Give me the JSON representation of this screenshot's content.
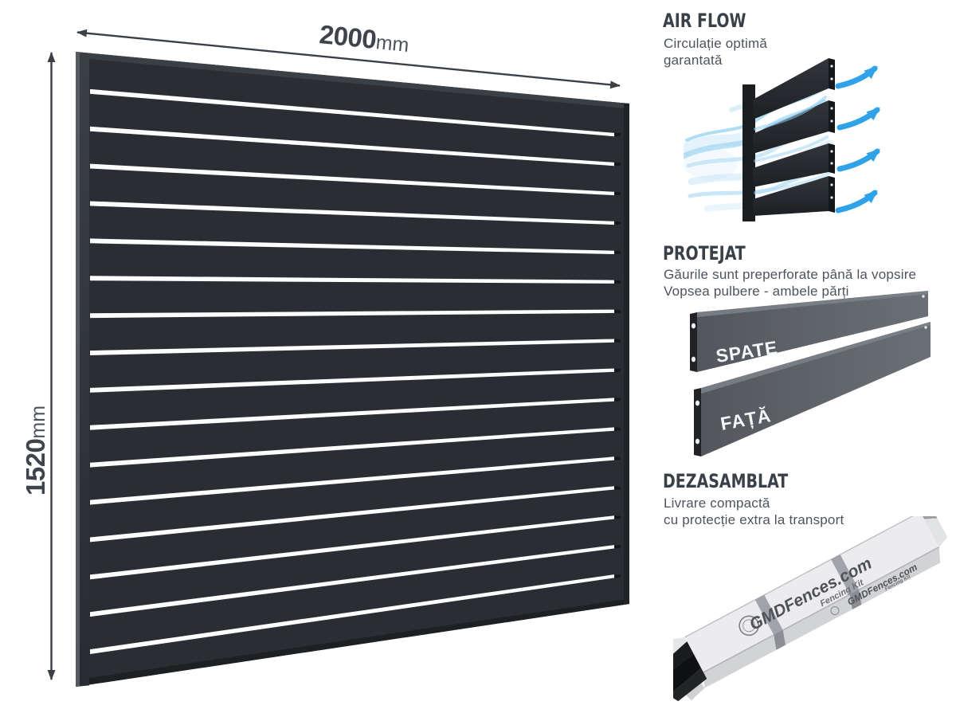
{
  "diagram": {
    "width_dim": {
      "value": "2000",
      "unit": "mm"
    },
    "height_dim": {
      "value": "1520",
      "unit": "mm"
    },
    "panel": {
      "gap_count": 16,
      "face_color": "#2a2e32",
      "gap_color": "#fdfdfd",
      "dimension_color": "#3a4046"
    }
  },
  "features": [
    {
      "title": "AIR FLOW",
      "subtitle_lines": [
        "Circulație optimă",
        "garantată"
      ]
    },
    {
      "title": "PROTEJAT",
      "subtitle_lines": [
        "Găurile sunt preperforate până la vopsire",
        "Vopsea pulbere - ambele părți"
      ],
      "slat_labels": {
        "back": "SPATE",
        "front": "FAȚĂ"
      }
    },
    {
      "title": "DEZASAMBLAT",
      "subtitle_lines": [
        "Livrare compactă",
        "cu protecție extra la transport"
      ],
      "package": {
        "brand": "GMDFences.com",
        "kit": "Fencing Kit"
      }
    }
  ],
  "colors": {
    "title": "#3a4048",
    "subtitle": "#4d535d",
    "airflow_blue": "#2fa2e8",
    "airflow_swirl": "#a6d7f2",
    "slat_gray": "#5a5e64",
    "box_face": "#ececee"
  }
}
